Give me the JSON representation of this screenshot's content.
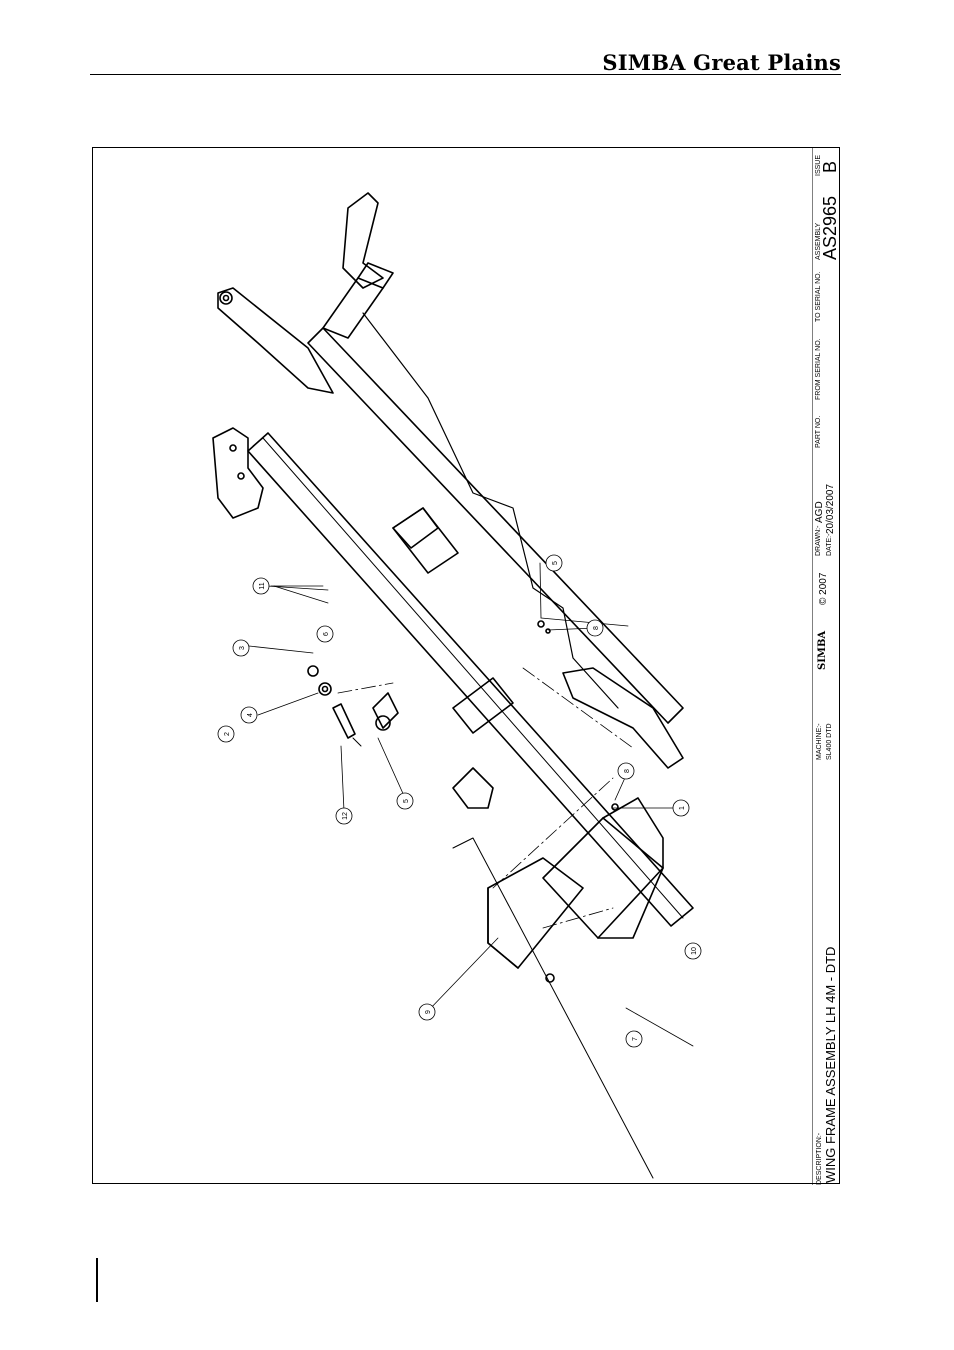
{
  "header": {
    "brand": "SIMBA Great Plains"
  },
  "title_block": {
    "description_label": "DESCRIPTION:-",
    "description": "WING FRAME ASSEMBLY LH 4M - DTD",
    "machine_label": "MACHINE:-",
    "machine": "SL400 DTD",
    "logo_text": "SIMBA",
    "copyright": "© 2007",
    "drawn_label": "DRAWN:-",
    "drawn": "AGD",
    "date_label": "DATE:-",
    "date": "20/03/2007",
    "part_no_label": "PART NO.",
    "from_serial_label": "FROM SERIAL NO.",
    "to_serial_label": "TO SERIAL NO.",
    "assembly_label": "ASSEMBLY",
    "assembly": "AS2965",
    "issue_label": "ISSUE",
    "issue": "B"
  },
  "callouts": [
    "1",
    "2",
    "3",
    "4",
    "5",
    "5",
    "6",
    "7",
    "8",
    "8",
    "9",
    "10",
    "11",
    "12"
  ]
}
